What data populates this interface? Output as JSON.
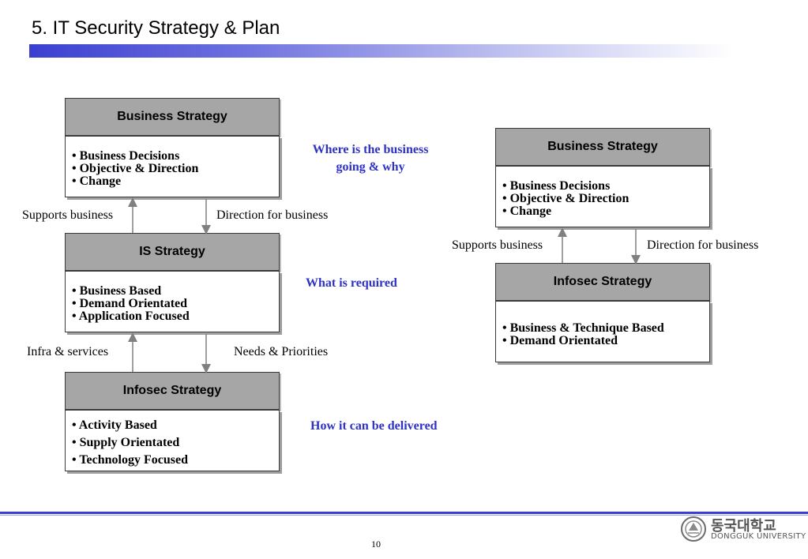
{
  "title": "5. IT Security Strategy & Plan",
  "left": {
    "business": {
      "title": "Business Strategy",
      "items": [
        "Business Decisions",
        "Objective & Direction",
        "Change"
      ]
    },
    "is": {
      "title": "IS Strategy",
      "items": [
        "Business Based",
        "Demand Orientated",
        "Application Focused"
      ]
    },
    "infosec": {
      "title": "Infosec Strategy",
      "items": [
        "Activity Based",
        "Supply Orientated",
        "Technology Focused"
      ]
    },
    "arrow_labels": {
      "supports": "Supports business",
      "direction": "Direction for business",
      "infra": "Infra & services",
      "needs": "Needs & Priorities"
    }
  },
  "questions": {
    "where": [
      "Where is the business",
      "going & why"
    ],
    "what": "What is required",
    "how": "How it can be delivered"
  },
  "right": {
    "business": {
      "title": "Business Strategy",
      "items": [
        "Business Decisions",
        "Objective & Direction",
        "Change"
      ]
    },
    "infosec": {
      "title": "Infosec  Strategy",
      "items": [
        "Business & Technique Based",
        "Demand Orientated"
      ]
    },
    "arrow_labels": {
      "supports": "Supports business",
      "direction": "Direction for business"
    }
  },
  "footer": {
    "page_number": "10",
    "logo_korean": "동국대학교",
    "logo_english": "DONGGUK UNIVERSITY"
  },
  "colors": {
    "accent": "#3b3fd0",
    "question_text": "#2e32c4",
    "header_fill": "#a6a6a6"
  }
}
